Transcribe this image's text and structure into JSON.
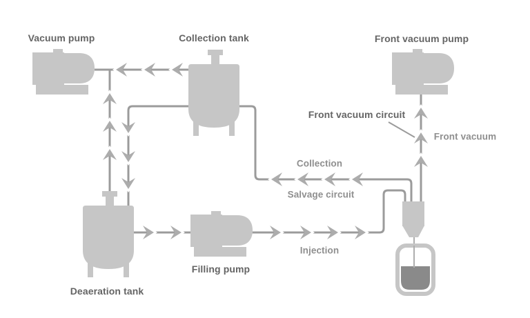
{
  "colors": {
    "background": "#ffffff",
    "equipment": "#c6c6c6",
    "pipe": "#9b9b9b",
    "arrow": "#acacac",
    "arrow-highlight": "#ffffff",
    "liquid": "#8a8a8a",
    "label-dark": "#646464",
    "label-light": "#8f8f8f"
  },
  "components": {
    "vacuum_pump": {
      "label": "Vacuum pump"
    },
    "collection_tank": {
      "label": "Collection tank"
    },
    "front_vacuum_pump": {
      "label": "Front vacuum pump"
    },
    "filling_pump": {
      "label": "Filling pump"
    },
    "deaeration_tank": {
      "label": "Deaeration tank"
    }
  },
  "flows": {
    "front_vacuum_circuit": {
      "label": "Front vacuum circuit"
    },
    "front_vacuum": {
      "label": "Front vacuum"
    },
    "collection": {
      "label": "Collection"
    },
    "salvage_circuit": {
      "label": "Salvage circuit"
    },
    "injection": {
      "label": "Injection"
    }
  }
}
